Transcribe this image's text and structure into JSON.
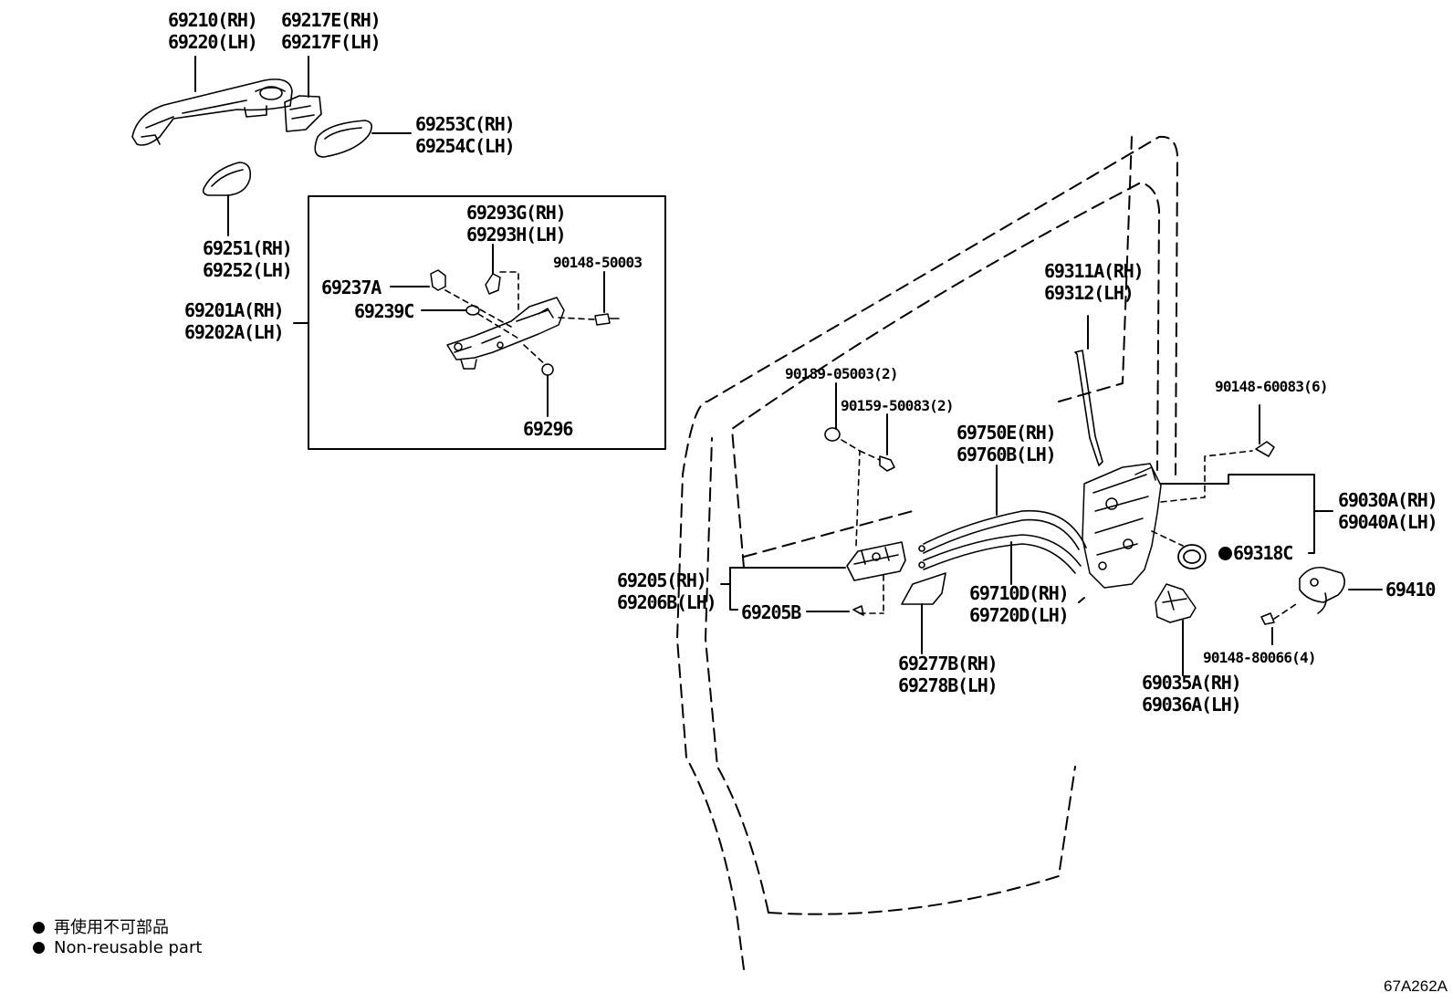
{
  "parts": {
    "handle_frame": [
      "69210(RH)",
      "69220(LH)"
    ],
    "handle_cap": [
      "69217E(RH)",
      "69217F(LH)"
    ],
    "pad_front": [
      "69253C(RH)",
      "69254C(LH)"
    ],
    "pad_rear": [
      "69251(RH)",
      "69252(LH)"
    ],
    "frame_assy": [
      "69201A(RH)",
      "69202A(LH)"
    ],
    "bracket_top": [
      "69293G(RH)",
      "69293H(LH)"
    ],
    "bolt_frame": "90148-50003",
    "clip": "69237A",
    "grommet": "69239C",
    "screw_frame": "69296",
    "screw_handle1": "90189-05003(2)",
    "screw_handle2": "90159-50083(2)",
    "rod": [
      "69311A(RH)",
      "69312(LH)"
    ],
    "screw_lock": "90148-60083(6)",
    "cable_upper": [
      "69750E(RH)",
      "69760B(LH)"
    ],
    "lock_assy": [
      "69030A(RH)",
      "69040A(LH)"
    ],
    "seal": "69318C",
    "inside_handle": [
      "69205(RH)",
      "69206B(LH)"
    ],
    "inside_handle_sub": "69205B",
    "cable_lower": [
      "69710D(RH)",
      "69720D(LH)"
    ],
    "striker": "69410",
    "screw_striker": "90148-80066(4)",
    "bezel": [
      "69277B(RH)",
      "69278B(LH)"
    ],
    "cover": [
      "69035A(RH)",
      "69036A(LH)"
    ]
  },
  "legend": {
    "line_jp": "再使用不可部品",
    "line_en": "Non-reusable part"
  },
  "figure_code": "67A262A"
}
